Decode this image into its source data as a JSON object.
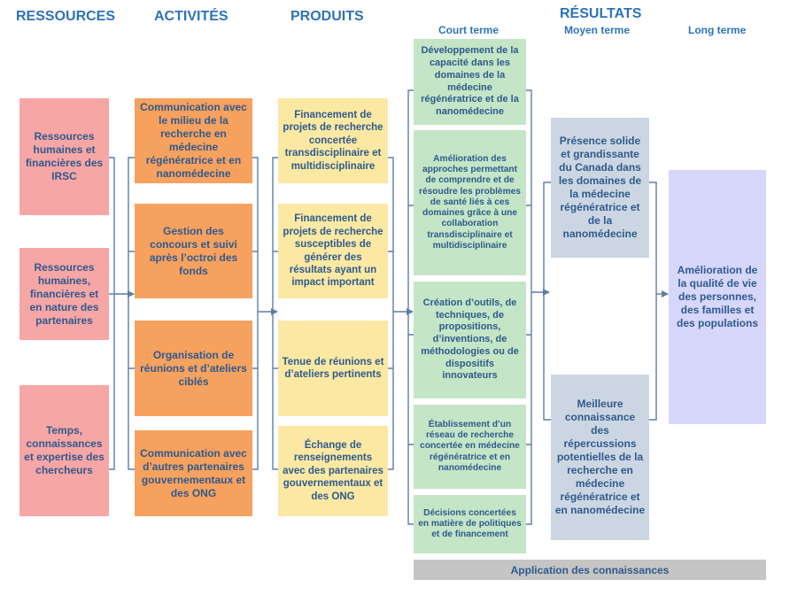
{
  "headers": {
    "ressources": "RESSOURCES",
    "activites": "ACTIVITÉS",
    "produits": "PRODUITS",
    "resultats": "RÉSULTATS",
    "court_terme": "Court terme",
    "moyen_terme": "Moyen terme",
    "long_terme": "Long terme"
  },
  "ressources": [
    "Ressources humaines et financières des IRSC",
    "Ressources humaines, financières et en nature des partenaires",
    "Temps, connaissances et expertise des chercheurs"
  ],
  "activites": [
    "Communication avec le milieu de la recherche en médecine régénératrice et en nanomédecine",
    "Gestion des concours et suivi après l’octroi des fonds",
    "Organisation de réunions et d’ateliers ciblés",
    "Communication avec d’autres partenaires gouvernementaux et des ONG"
  ],
  "produits": [
    "Financement de projets de recherche concertée transdisciplinaire et multidisciplinaire",
    "Financement de projets de recherche susceptibles de générer des résultats ayant un impact important",
    "Tenue de réunions et d’ateliers pertinents",
    "Échange de renseignements avec des partenaires gouvernementaux et des ONG"
  ],
  "court_terme": [
    "Développement de la capacité dans les domaines de la médecine régénératrice et de la nanomédecine",
    "Amélioration des approches permettant de comprendre et de résoudre les problèmes de santé liés à ces domaines grâce à une collaboration transdisciplinaire et multidisciplinaire",
    "Création d’outils, de techniques, de propositions, d’inventions, de méthodologies ou de dispositifs innovateurs",
    "Établissement d’un réseau de recherche concertée en médecine régénératrice et en nanomédecine",
    "Décisions concertées en matière de politiques et de financement"
  ],
  "moyen_terme": [
    "Présence solide et grandissante du Canada dans les domaines de la médecine régénératrice et de la nanomédecine",
    "Meilleure connaissance des répercussions potentielles de la recherche en médecine régénératrice et en nanomédecine"
  ],
  "long_terme": [
    "Amélioration de la qualité de vie des personnes, des familles et des populations"
  ],
  "application_bar": "Application des connaissances",
  "colors": {
    "header": "#2e73b8",
    "text": "#2e5a8c",
    "ressources": "#f7a6a6",
    "activites": "#f7a15f",
    "produits": "#fbe8a3",
    "court_terme": "#c4e5c6",
    "moyen_terme": "#ccd6e3",
    "long_terme": "#d7d6fb",
    "bar": "#c5c5c5",
    "connector": "#5b7fa8"
  }
}
